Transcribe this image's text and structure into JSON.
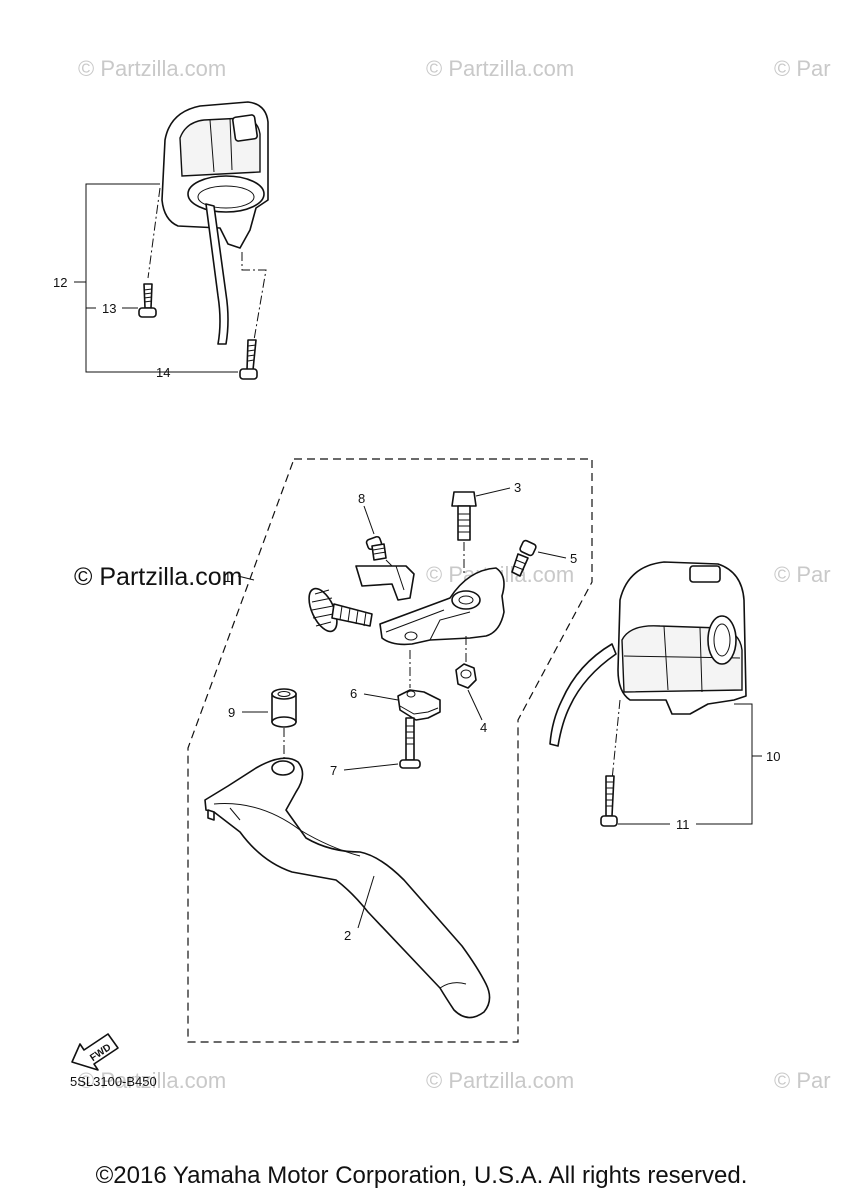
{
  "watermarks": {
    "small": "© Partzilla.com",
    "partial": "© Par",
    "large": "© Partzilla.com"
  },
  "callouts": {
    "c1": "1",
    "c2": "2",
    "c3": "3",
    "c4": "4",
    "c5": "5",
    "c6": "6",
    "c7": "7",
    "c8": "8",
    "c9": "9",
    "c10": "10",
    "c11": "11",
    "c12": "12",
    "c13": "13",
    "c14": "14"
  },
  "fwd_label": "FWD",
  "diagram_code": "5SL3100-B450",
  "copyright": "©2016 Yamaha Motor Corporation, U.S.A. All rights reserved."
}
